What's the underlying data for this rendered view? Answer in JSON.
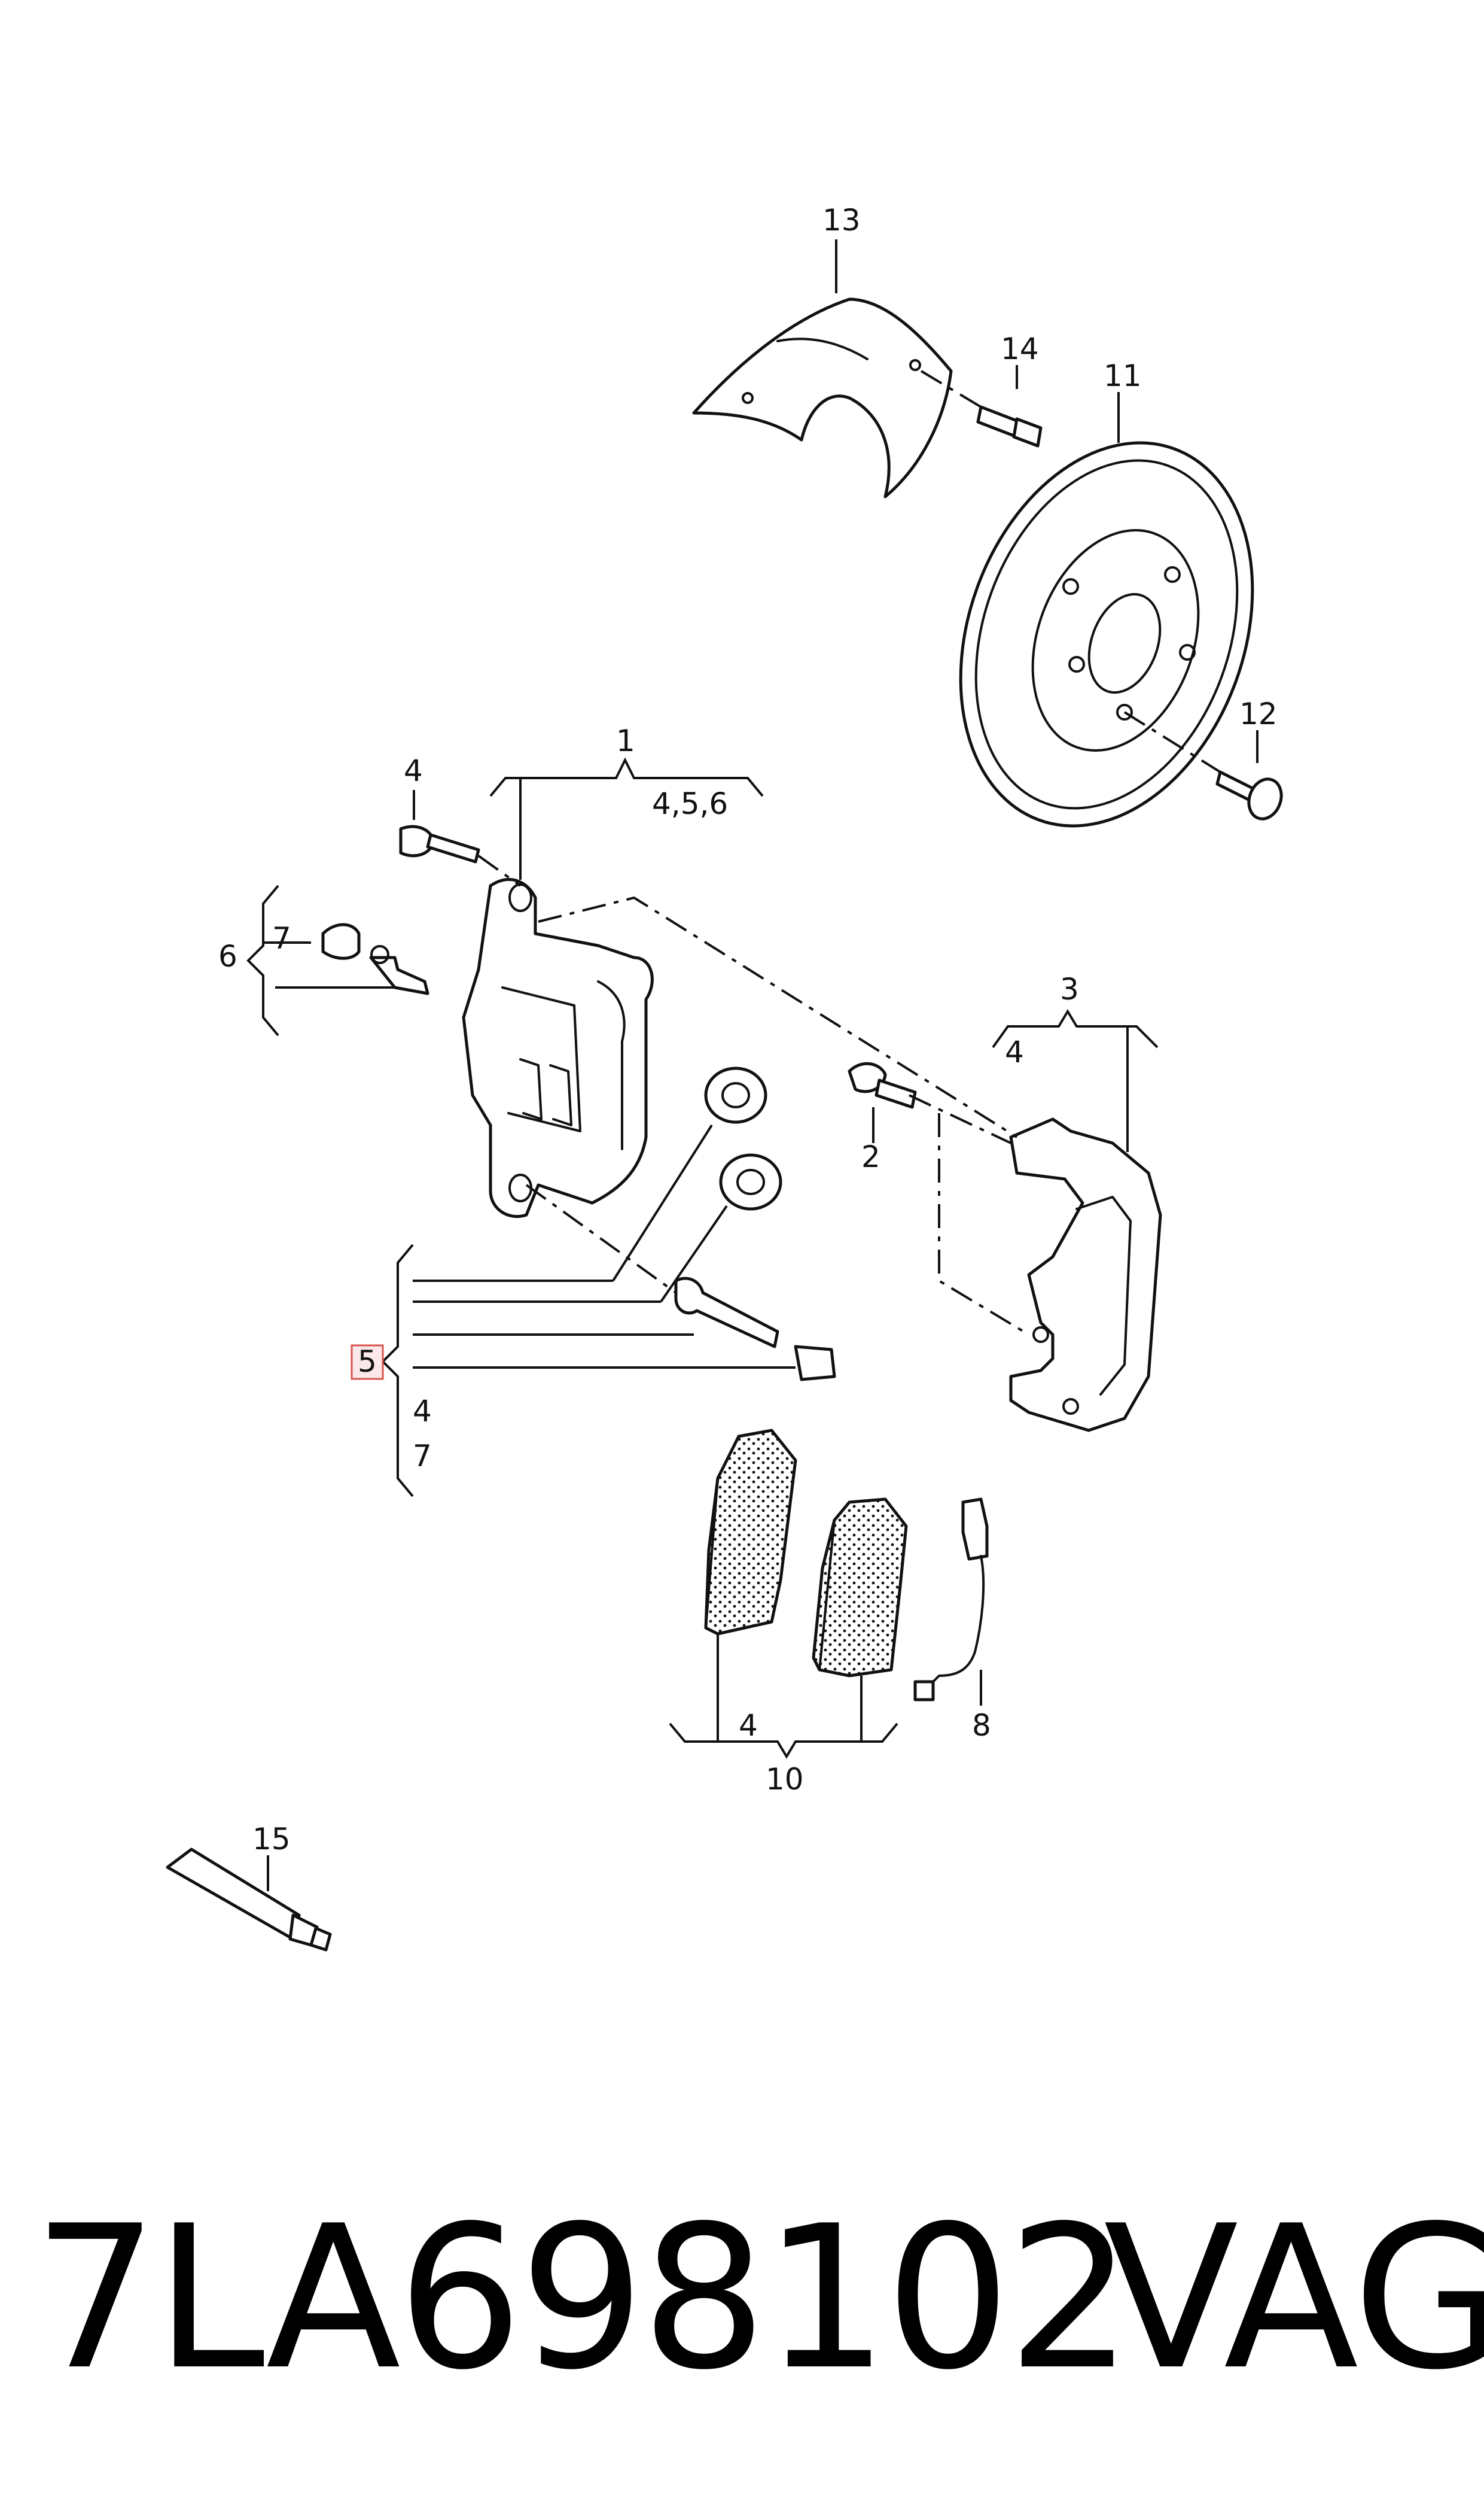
{
  "callouts": {
    "c13": "13",
    "c14": "14",
    "c11": "11",
    "c12": "12",
    "c1": "1",
    "c1_sub": "4,5,6",
    "c4_bolt": "4",
    "c6": "6",
    "c7_cap": "7",
    "c3": "3",
    "c3_sub": "4",
    "c2": "2",
    "c5": "5",
    "c5_sub_a": "4",
    "c5_sub_b": "7",
    "c8": "8",
    "c10_sub": "4",
    "c10": "10",
    "c15": "15"
  },
  "colors": {
    "line": "#111111",
    "highlight_border": "#d9534f",
    "highlight_fill": "#fbe9e9"
  },
  "footer": {
    "part_number": "7LA698102",
    "brand": "VAG"
  }
}
